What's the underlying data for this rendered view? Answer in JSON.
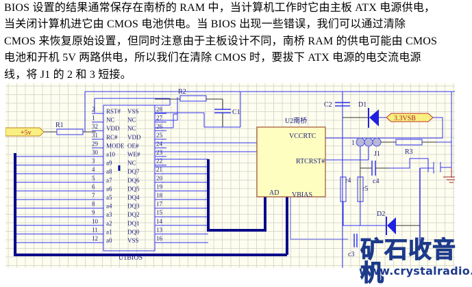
{
  "article": {
    "lines": [
      "BIOS 设置的结果通常保存在南桥的 RAM 中，当计算机工作时它由主板 ATX 电源供电，",
      "当关闭计算机进它由  CMOS  电池供电。当  BIOS  出现一些错误，我们可以通过清除",
      "CMOS 来恢复原始设置，但同时注意由于主板设计不同，南桥 RAM 的供电可能由 CMOS",
      "电池和开机 5V 两路供电，所以我们在清除 CMOS 时，要拔下 ATX 电源的电交流电源",
      "线，将 J1 的 2 和 3 短接。"
    ]
  },
  "schematic": {
    "colors": {
      "background": "#fefef0",
      "grid": "#d8d8d0",
      "wire": "#3030f0",
      "bus": "#0a0a8a",
      "black_wire": "#303030",
      "chip_fill": "#fefec0",
      "chip_border": "#a05030",
      "ground": "#a02020",
      "tag_fill": "#f8f080",
      "tag_border": "#c03020"
    },
    "power_tag_5v": "+5v",
    "power_tag_3v3": "3.3VSB",
    "resistors": {
      "r1": "R1",
      "r2": "R2",
      "r3": "R3",
      "r4": "r4",
      "r5": "r5"
    },
    "capacitors": {
      "c1": "C1",
      "c2": "C2",
      "c3": "c3",
      "c4": "c4"
    },
    "diodes": {
      "d1": "D1",
      "d2": "D2"
    },
    "jumper": {
      "label": "J1",
      "pin1": "1"
    },
    "u1": {
      "name": "U1BIOS",
      "left_pins": [
        {
          "num": "2",
          "name": "RST#"
        },
        {
          "num": "1",
          "name": "NC"
        },
        {
          "num": "32",
          "name": "VDD"
        },
        {
          "num": "31",
          "name": "RC#"
        },
        {
          "num": "29",
          "name": "MODE"
        },
        {
          "num": "30",
          "name": "a10"
        },
        {
          "num": "3",
          "name": "a9"
        },
        {
          "num": "4",
          "name": "a8"
        },
        {
          "num": "5",
          "name": "a7"
        },
        {
          "num": "6",
          "name": "a6"
        },
        {
          "num": "7",
          "name": "a5"
        },
        {
          "num": "8",
          "name": "a4"
        },
        {
          "num": "9",
          "name": "a3"
        },
        {
          "num": "10",
          "name": "a2"
        },
        {
          "num": "11",
          "name": "a1"
        },
        {
          "num": "12",
          "name": "a0"
        }
      ],
      "right_pins": [
        {
          "num": "28",
          "name": "VSS"
        },
        {
          "num": "27",
          "name": "NC"
        },
        {
          "num": "26",
          "name": "NC"
        },
        {
          "num": "25",
          "name": "VDD"
        },
        {
          "num": "24",
          "name": "OE#"
        },
        {
          "num": "23",
          "name": "WE#"
        },
        {
          "num": "22",
          "name": "NC"
        },
        {
          "num": "21",
          "name": "DQ7"
        },
        {
          "num": "20",
          "name": "DQ6"
        },
        {
          "num": "19",
          "name": "DQ5"
        },
        {
          "num": "18",
          "name": "DQ4"
        },
        {
          "num": "17",
          "name": "DQ3"
        },
        {
          "num": "15",
          "name": "DQ2"
        },
        {
          "num": "14",
          "name": "DQ1"
        },
        {
          "num": "13",
          "name": "DQ0"
        },
        {
          "num": "16",
          "name": "VSS"
        }
      ]
    },
    "u2": {
      "name": "U2南桥",
      "pins": {
        "vccrtc": "VCCRTC",
        "rtcrst": "RTCRST#",
        "ad": "AD",
        "vbias": "VBIAS"
      }
    }
  },
  "watermark": {
    "title": "矿石收音机",
    "url": "www.crystalradio.cn"
  }
}
